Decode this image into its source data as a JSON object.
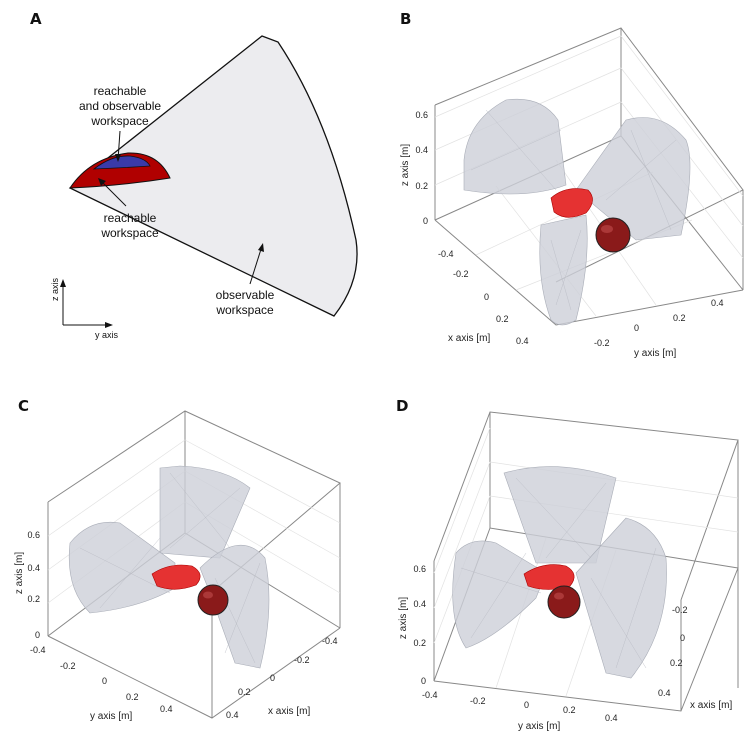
{
  "panels": {
    "A": {
      "label": "A",
      "annotations": {
        "reach_obs_line1": "reachable",
        "reach_obs_line2": "and observable",
        "reach_obs_line3": "workspace",
        "reachable_line1": "reachable",
        "reachable_line2": "workspace",
        "observable_line1": "observable",
        "observable_line2": "workspace"
      },
      "axes": {
        "z": "z axis",
        "y": "y axis"
      }
    },
    "B": {
      "label": "B",
      "z_label": "z axis [m]",
      "x_label": "x axis [m]",
      "y_label": "y axis [m]",
      "z_ticks": [
        "0",
        "0.2",
        "0.4",
        "0.6"
      ],
      "x_ticks": [
        "-0.4",
        "-0.2",
        "0",
        "0.2",
        "0.4"
      ],
      "y_ticks": [
        "-0.2",
        "0",
        "0.2",
        "0.4"
      ]
    },
    "C": {
      "label": "C",
      "z_label": "z axis [m]",
      "x_label": "x axis [m]",
      "y_label": "y axis [m]",
      "z_ticks": [
        "0",
        "0.2",
        "0.4",
        "0.6"
      ],
      "y_ticks": [
        "-0.4",
        "-0.2",
        "0",
        "0.2",
        "0.4"
      ],
      "x_ticks": [
        "-0.4",
        "-0.2",
        "0",
        "0.2",
        "0.4"
      ]
    },
    "D": {
      "label": "D",
      "z_label": "z axis [m]",
      "x_label": "x axis [m]",
      "y_label": "y axis [m]",
      "z_ticks": [
        "0",
        "0.2",
        "0.4",
        "0.6"
      ],
      "y_ticks": [
        "-0.4",
        "-0.2",
        "0",
        "0.2",
        "0.4"
      ],
      "x_ticks": [
        "-0.2",
        "0",
        "0.2",
        "0.4"
      ]
    }
  },
  "colors": {
    "observable": "#ececef",
    "reachable": "#b00000",
    "reach_observable": "#3a3aa8",
    "mesh": "#c9ccd4",
    "sphere": "#8a1a1a"
  }
}
